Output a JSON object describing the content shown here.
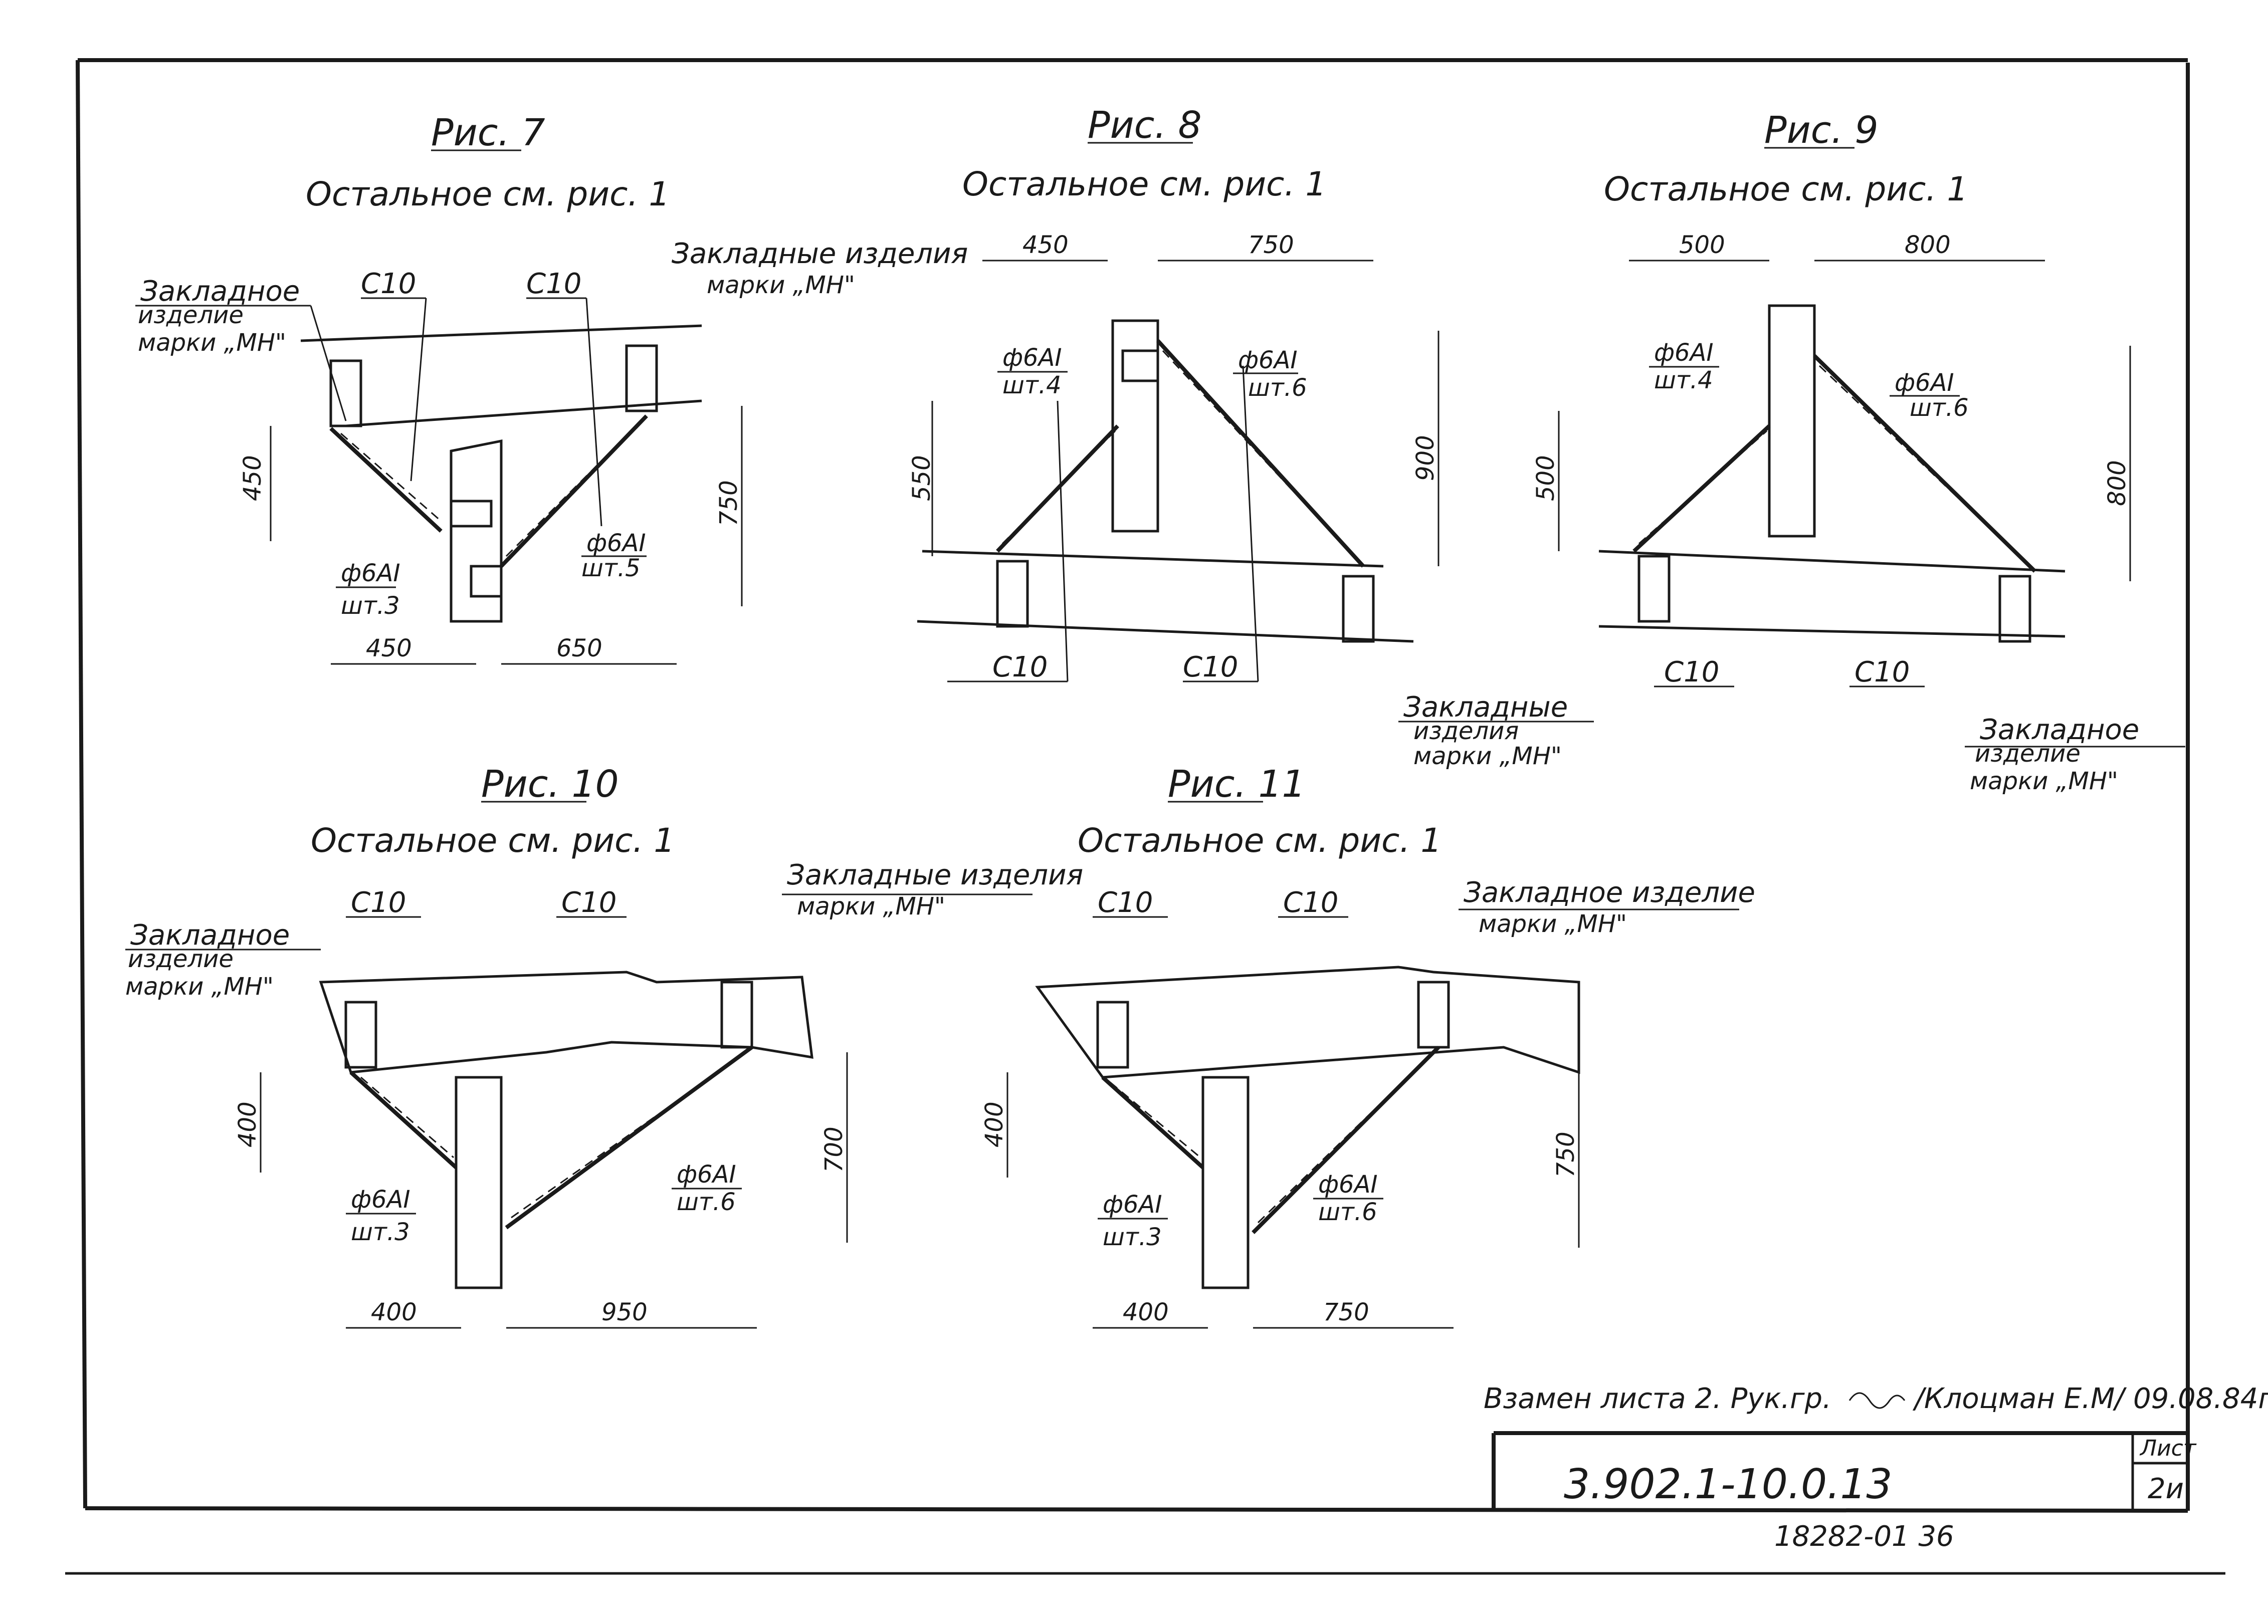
{
  "figures": {
    "fig7": {
      "title": "Рис. 7",
      "note": "Остальное см. рис. 1"
    },
    "fig8": {
      "title": "Рис. 8",
      "note": "Остальное см. рис. 1"
    },
    "fig9": {
      "title": "Рис. 9",
      "note": "Остальное см. рис. 1"
    },
    "fig10": {
      "title": "Рис. 10",
      "note": "Остальное см. рис. 1"
    },
    "fig11": {
      "title": "Рис. 11",
      "note": "Остальное см. рис. 1"
    }
  },
  "labels": {
    "embed_single_1": "Закладное",
    "embed_single_2": "изделие",
    "embed_single_3": "марки „МН\"",
    "embed_plural_1": "Закладные изделия",
    "embed_plural_2": "марки „МН\"",
    "embed_plural_a": "Закладные",
    "embed_plural_b": "изделия",
    "embed_plural_c": "марки „МН\"",
    "embed_line": "Закладное изделие",
    "channel": "С10",
    "rebar": "ф6АI",
    "pcs3": "шт.3",
    "pcs4": "шт.4",
    "pcs5": "шт.5",
    "pcs6": "шт.6"
  },
  "dims": {
    "d450": "450",
    "d650": "650",
    "d750": "750",
    "d550": "550",
    "d900": "900",
    "d500": "500",
    "d800": "800",
    "d400": "400",
    "d950": "950",
    "d700": "700"
  },
  "stamp": {
    "replace_note": "Взамен листа 2. Рук.гр.",
    "signer": "/Клоцман Е.М/ 09.08.84г.",
    "code": "3.902.1-10.0.13",
    "sheet_label": "Лист",
    "sheet_value": "2и",
    "archive": "18282-01   36"
  }
}
